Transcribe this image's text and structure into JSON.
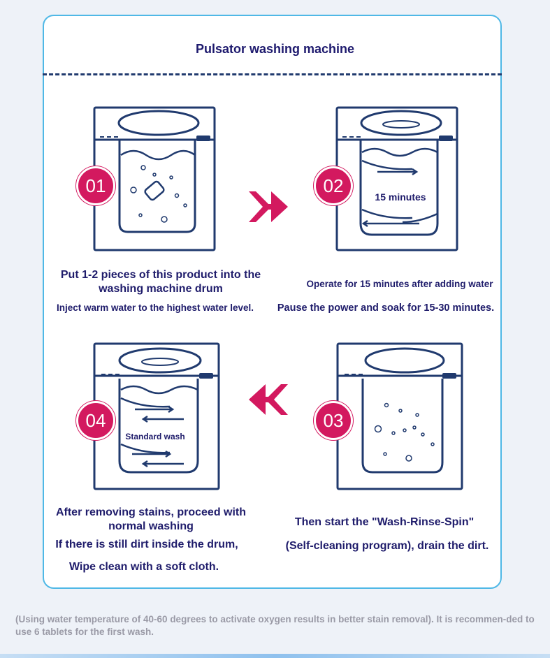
{
  "title": "Pulsator washing machine",
  "steps": [
    {
      "number": "01",
      "line1": "Put 1-2 pieces of this product into the",
      "line2": "washing machine drum",
      "line3": "Inject warm water to the highest water level."
    },
    {
      "number": "02",
      "drum_label": "15 minutes",
      "line1": "Operate for 15 minutes after adding water",
      "line2": "Pause the power and soak for 15-30 minutes."
    },
    {
      "number": "03",
      "line1": "Then start the \"Wash-Rinse-Spin\"",
      "line2": "(Self-cleaning program), drain the dirt."
    },
    {
      "number": "04",
      "drum_label": "Standard wash",
      "line1": "After removing stains, proceed with",
      "line2": "normal washing",
      "line3": "If there is still dirt inside the drum,",
      "line4": "Wipe clean with a soft cloth."
    }
  ],
  "note": "(Using water temperature of 40-60 degrees to activate oxygen results in better stain removal). It is recommen-ded to use 6 tablets for the first wash.",
  "colors": {
    "accent": "#d3195f",
    "frame": "#4fb8e6",
    "ink": "#1f1c6b",
    "line": "#203a6e"
  },
  "icons": [
    "washing-machine-icon",
    "double-arrow-right-icon",
    "double-arrow-left-icon"
  ]
}
